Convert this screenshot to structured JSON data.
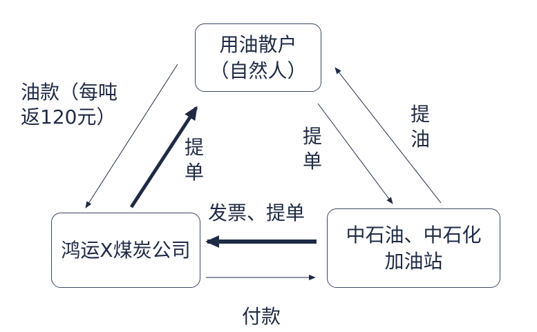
{
  "nodes": {
    "user": {
      "line1": "用油散户",
      "line2": "（自然人）"
    },
    "company": {
      "line1": "鸿运X煤炭公司"
    },
    "station": {
      "line1": "中石油、中石化",
      "line2": "加油站"
    }
  },
  "labels": {
    "payment_rebate_line1": "油款（每吨",
    "payment_rebate_line2": "返120元）",
    "pickup_left_char1": "提",
    "pickup_left_char2": "单",
    "pickup_mid_char1": "提",
    "pickup_mid_char2": "单",
    "pickup_right_char1": "提",
    "pickup_right_char2": "油",
    "invoice_pickup": "发票、提单",
    "pay": "付款"
  },
  "colors": {
    "thick_arrow": "#1f2a44",
    "thin_arrow": "#1f2a44"
  }
}
